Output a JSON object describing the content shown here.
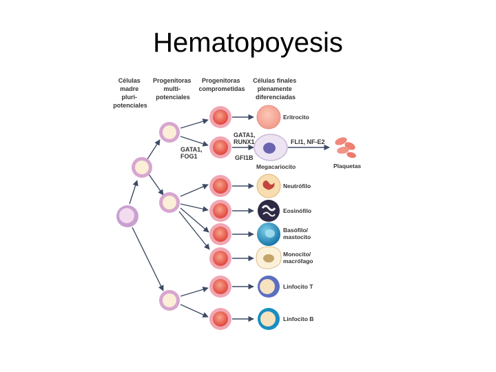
{
  "title": "Hematopoyesis",
  "headers": {
    "stem": [
      "Células",
      "madre",
      "pluri-",
      "potenciales"
    ],
    "multipotent": [
      "Progenitoras",
      "multi-",
      "potenciales"
    ],
    "committed": [
      "Progenitoras",
      "comprometidas"
    ],
    "final": [
      "Células finales",
      "plenamente",
      "diferenciadas"
    ]
  },
  "factors": {
    "gata1_runx1": [
      "GATA1,",
      "RUNX1"
    ],
    "gata1_fog1": [
      "GATA1,",
      "FOG1"
    ],
    "gfi1b": "GFI1B",
    "fli1_nfe2": "FLI1, NF-E2"
  },
  "cells": {
    "eritrocito": "Eritrocito",
    "megacariocito": "Megacariocito",
    "plaquetas": "Plaquetas",
    "neutrofilo": "Neutrófilo",
    "eosinofilo": "Eosinófilo",
    "basofilo": [
      "Basófilo/",
      "mastocito"
    ],
    "monocito": [
      "Monocito/",
      "macrófago"
    ],
    "linfocito_t": "Linfocito T",
    "linfocito_b": "Linfocito B"
  },
  "colors": {
    "stem_outer": "#c9a0d0",
    "stem_inner": "#f3dcef",
    "multi_outer": "#d7a6cf",
    "multi_inner": "#fbefd7",
    "committed_outer": "#f0a6b3",
    "committed_inner": "#e24a42",
    "arrow": "#3d4a63",
    "label": "#222222"
  }
}
